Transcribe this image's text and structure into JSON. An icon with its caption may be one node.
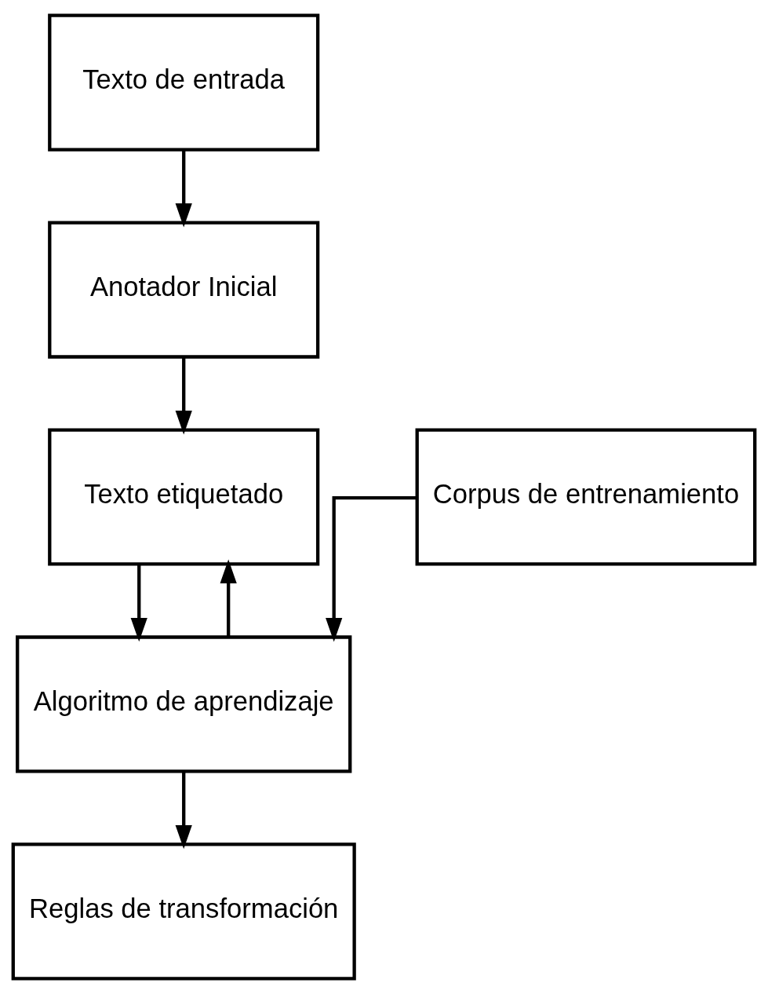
{
  "diagram": {
    "nodes": [
      {
        "text": [
          "Texto de entrada"
        ]
      },
      {
        "text": [
          "Anotador Inicial"
        ]
      },
      {
        "text": [
          "Texto etiquetado"
        ]
      },
      {
        "text": [
          "Corpus de entrenamiento"
        ]
      },
      {
        "text": [
          "Algoritmo de aprendizaje"
        ]
      },
      {
        "text": [
          "Reglas de transformación"
        ]
      }
    ],
    "edges": [
      {
        "from": 0,
        "to": 1,
        "arrow": "to"
      },
      {
        "from": 1,
        "to": 2,
        "arrow": "to"
      },
      {
        "from": 2,
        "to": 4,
        "arrow": "to"
      },
      {
        "from": 4,
        "to": 2,
        "arrow": "to"
      },
      {
        "from": 3,
        "to": 4,
        "arrow": "to"
      },
      {
        "from": 4,
        "to": 5,
        "arrow": "to"
      }
    ]
  }
}
